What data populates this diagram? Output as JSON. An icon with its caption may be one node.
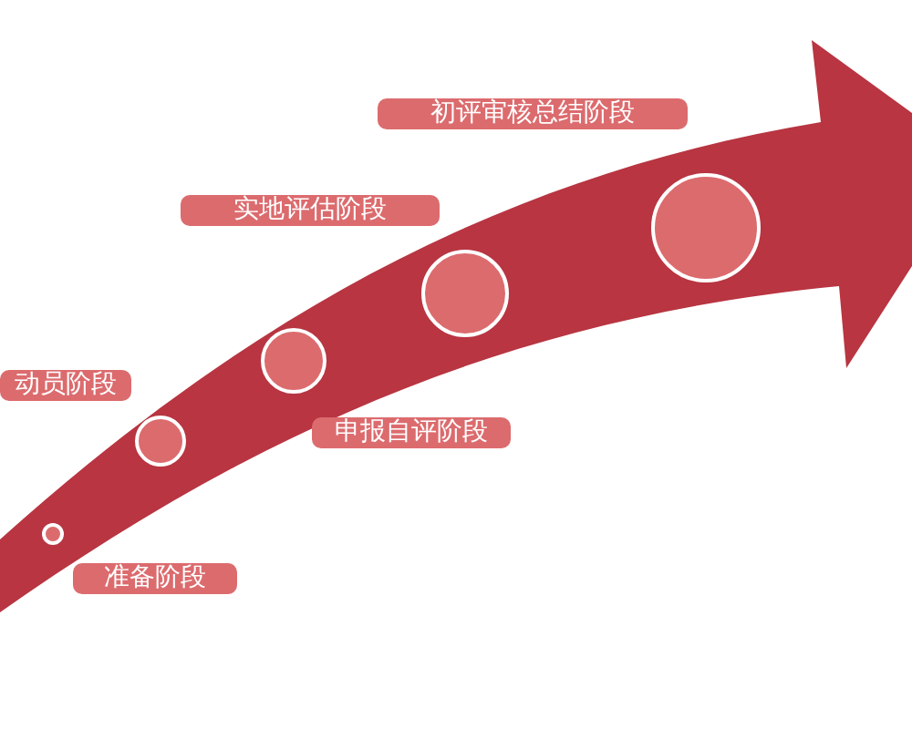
{
  "diagram": {
    "nodes": [
      {
        "text": [
          "准备阶段"
        ]
      },
      {
        "text": [
          "动员阶段"
        ]
      },
      {
        "text": [
          "申报自评阶段"
        ]
      },
      {
        "text": [
          "实地评估阶段"
        ]
      },
      {
        "text": [
          "初评审核总结阶段"
        ]
      },
      {
        "text": [],
        "shape": "circle"
      },
      {
        "text": [],
        "shape": "circle"
      },
      {
        "text": [],
        "shape": "circle"
      },
      {
        "text": [],
        "shape": "circle"
      },
      {
        "text": [],
        "shape": "circle"
      }
    ]
  }
}
